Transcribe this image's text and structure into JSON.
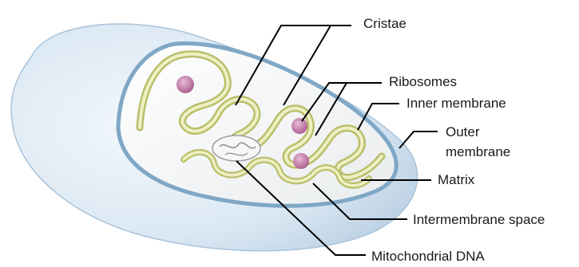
{
  "labels": {
    "cristae": "Cristae",
    "ribosomes": "Ribosomes",
    "inner_membrane": "Inner membrane",
    "outer_membrane_line1": "Outer",
    "outer_membrane_line2": "membrane",
    "matrix": "Matrix",
    "intermembrane_space": "Intermembrane space",
    "mitochondrial_dna": "Mitochondrial DNA"
  },
  "colors": {
    "outer_membrane": "#d8e6f2",
    "outer_edge": "#8fb3cf",
    "inner_membrane": "#e8ebb0",
    "inner_edge": "#b9bf6a",
    "matrix": "#f4f4f2",
    "ribosome": "#c27aa8",
    "leader_line": "#000000"
  }
}
